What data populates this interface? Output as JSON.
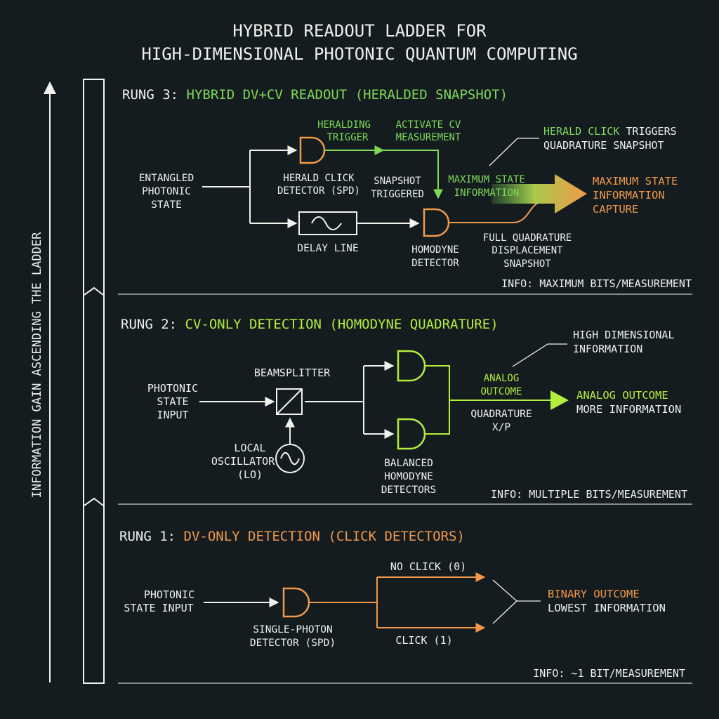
{
  "title": {
    "line1": "HYBRID READOUT LADDER FOR",
    "line2": "HIGH-DIMENSIONAL PHOTONIC QUANTUM COMPUTING"
  },
  "side_axis": {
    "label": "INFORMATION GAIN ASCENDING THE LADDER"
  },
  "colors": {
    "background": "#141c20",
    "text": "#eef0ec",
    "wire": "#f2f2ee",
    "divider": "#c8ccc8",
    "rung3": "#7ed957",
    "rung2": "#b4ee3c",
    "rung1": "#f2994a",
    "capture": "#f2994a"
  },
  "rung3": {
    "heading_prefix": "RUNG 3: ",
    "heading_title": "HYBRID DV+CV READOUT (HERALDED SNAPSHOT)",
    "input": [
      "ENTANGLED",
      "PHOTONIC",
      "STATE"
    ],
    "heralding_trigger": [
      "HERALDING",
      "TRIGGER"
    ],
    "activate_cv": [
      "ACTIVATE CV",
      "MEASUREMENT"
    ],
    "herald_detector": [
      "HERALD CLICK",
      "DETECTOR (SPD)"
    ],
    "snapshot_triggered": [
      "SNAPSHOT",
      "TRIGGERED"
    ],
    "delay_line": "DELAY LINE",
    "homodyne_detector": [
      "HOMODYNE",
      "DETECTOR"
    ],
    "max_state_info": [
      "MAXIMUM STATE",
      "INFORMATION"
    ],
    "callout_prefix": "HERALD CLICK",
    "callout_suffix": " TRIGGERS",
    "callout_line2": "QUADRATURE SNAPSHOT",
    "full_quadrature": [
      "FULL QUADRATURE",
      "DISPLACEMENT",
      "SNAPSHOT"
    ],
    "outcome": [
      "MAXIMUM STATE",
      "INFORMATION",
      "CAPTURE"
    ],
    "info": "INFO: MAXIMUM BITS/MEASUREMENT"
  },
  "rung2": {
    "heading_prefix": "RUNG 2: ",
    "heading_title": "CV-ONLY DETECTION (HOMODYNE QUADRATURE)",
    "input": [
      "PHOTONIC",
      "STATE",
      "INPUT"
    ],
    "beamsplitter": "BEAMSPLITTER",
    "local_oscillator": [
      "LOCAL",
      "OSCILLATOR",
      "(LO)"
    ],
    "balanced_detectors": [
      "BALANCED",
      "HOMODYNE",
      "DETECTORS"
    ],
    "analog_outcome_small": [
      "ANALOG",
      "OUTCOME"
    ],
    "quadrature": [
      "QUADRATURE",
      "X/P"
    ],
    "callout": [
      "HIGH DIMENSIONAL",
      "INFORMATION"
    ],
    "outcome_line1": "ANALOG OUTCOME",
    "outcome_line2": "MORE INFORMATION",
    "info": "INFO: MULTIPLE BITS/MEASUREMENT"
  },
  "rung1": {
    "heading_prefix": "RUNG 1: ",
    "heading_title": "DV-ONLY DETECTION (CLICK DETECTORS)",
    "input": [
      "PHOTONIC",
      "STATE INPUT"
    ],
    "detector": [
      "SINGLE-PHOTON",
      "DETECTOR (SPD)"
    ],
    "no_click": "NO CLICK (0)",
    "click": "CLICK (1)",
    "outcome_line1": "BINARY OUTCOME",
    "outcome_line2": "LOWEST INFORMATION",
    "info": "INFO: ~1 BIT/MEASUREMENT"
  }
}
